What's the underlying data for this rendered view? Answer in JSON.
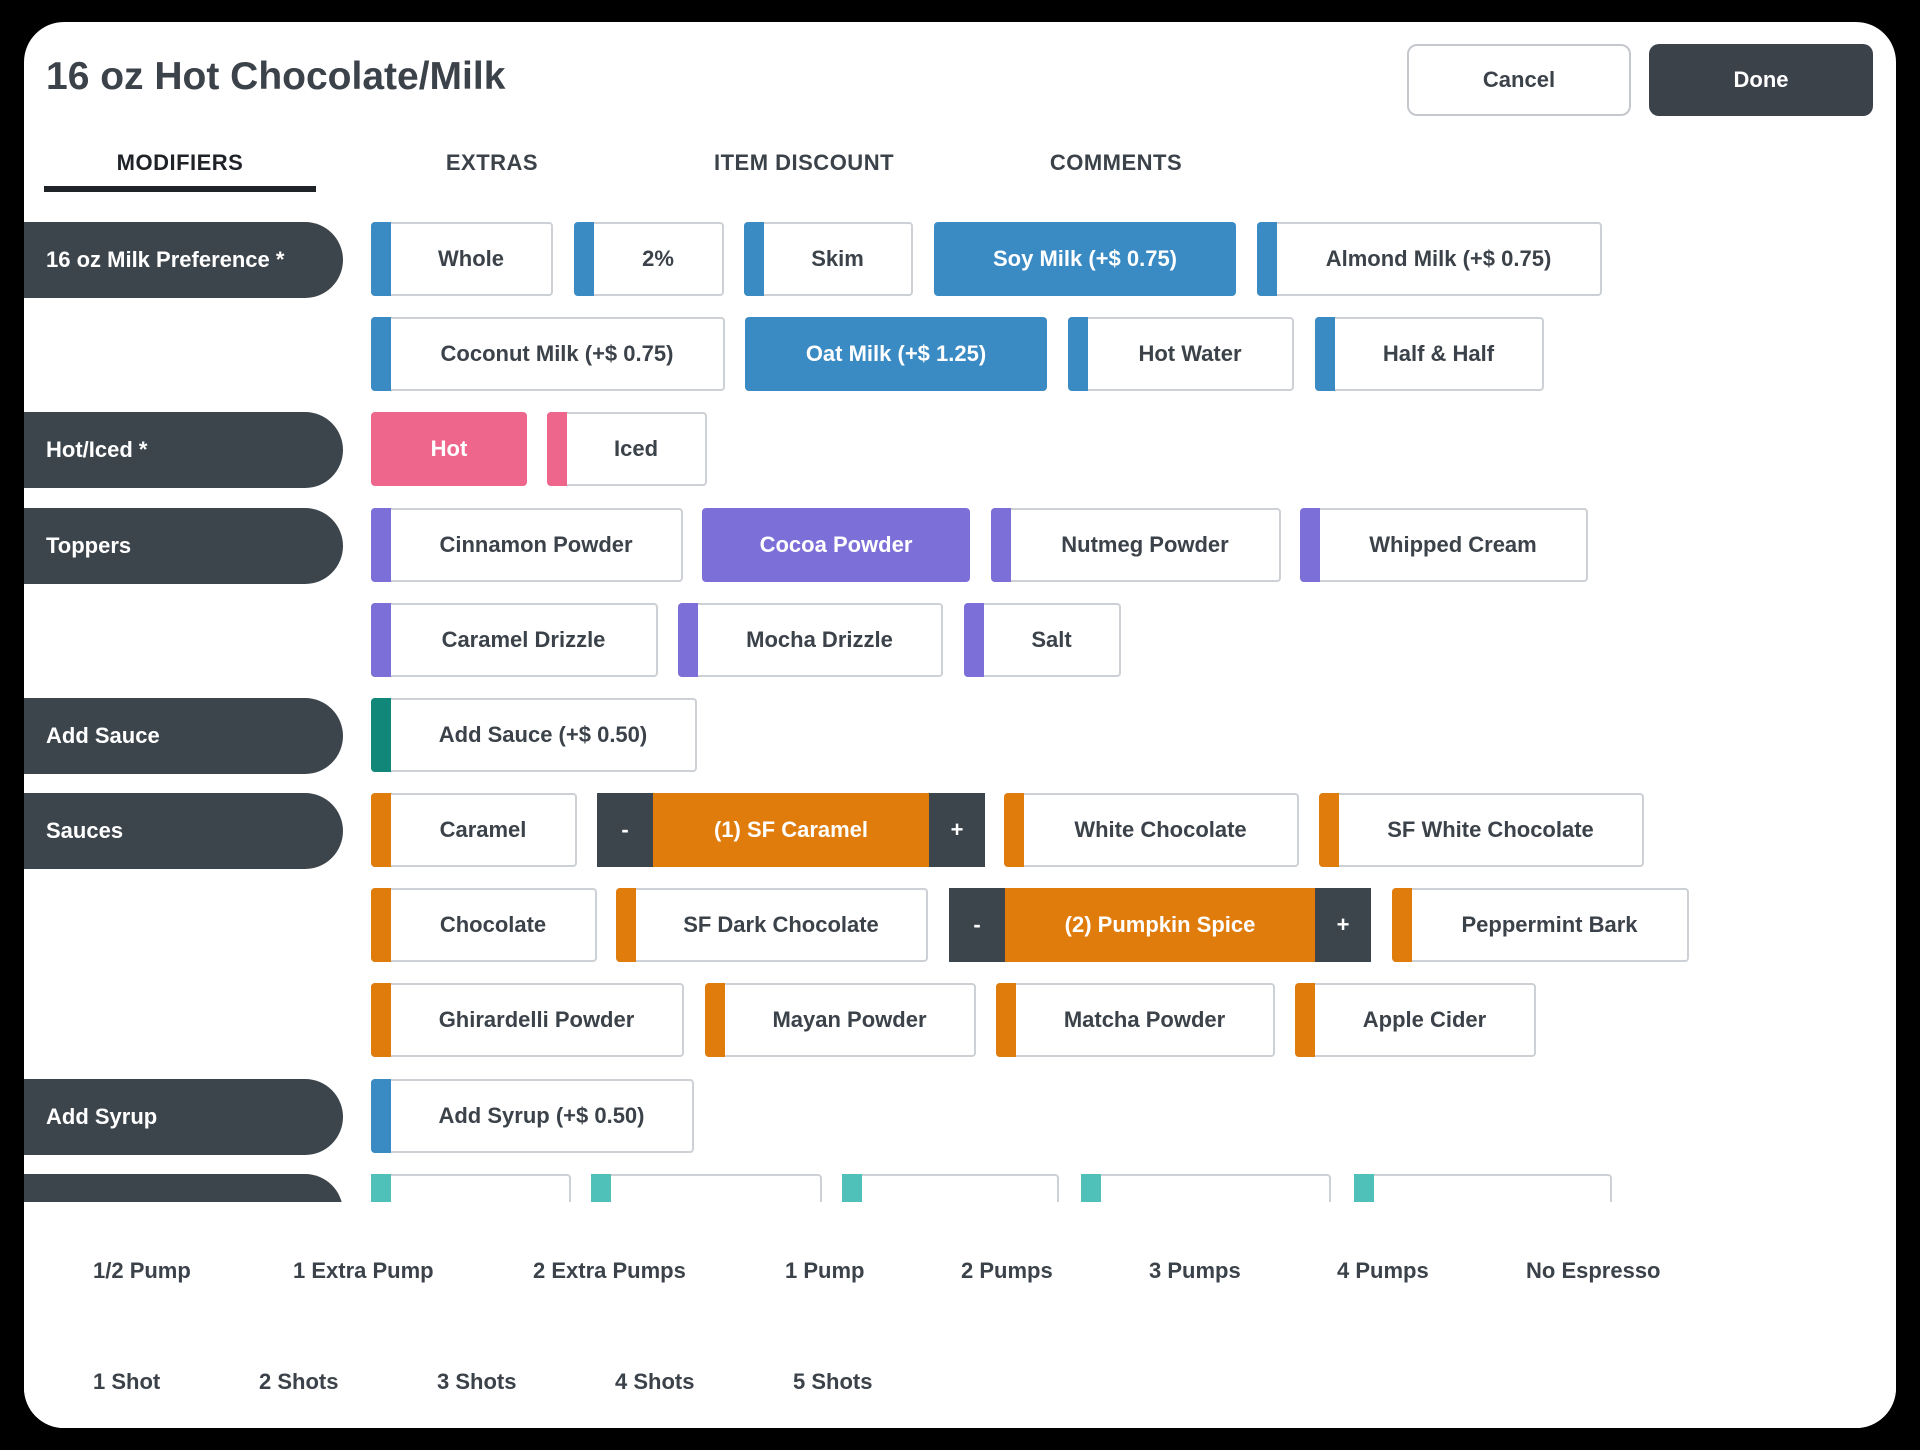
{
  "header": {
    "title": "16 oz Hot Chocolate/Milk",
    "cancel_label": "Cancel",
    "done_label": "Done"
  },
  "tabs": [
    "MODIFIERS",
    "EXTRAS",
    "ITEM DISCOUNT",
    "COMMENTS"
  ],
  "groups": {
    "milk": {
      "label": "16 oz Milk Preference *",
      "options": [
        "Whole",
        "2%",
        "Skim",
        "Soy Milk (+$ 0.75)",
        "Almond Milk (+$ 0.75)",
        "Coconut Milk (+$ 0.75)",
        "Oat Milk (+$ 1.25)",
        "Hot Water",
        "Half & Half"
      ]
    },
    "temp": {
      "label": "Hot/Iced *",
      "options": [
        "Hot",
        "Iced"
      ]
    },
    "toppers": {
      "label": "Toppers",
      "options": [
        "Cinnamon Powder",
        "Cocoa Powder",
        "Nutmeg Powder",
        "Whipped Cream",
        "Caramel Drizzle",
        "Mocha Drizzle",
        "Salt"
      ]
    },
    "add_sauce": {
      "label": "Add Sauce",
      "options": [
        "Add Sauce (+$ 0.50)"
      ]
    },
    "sauces": {
      "label": "Sauces",
      "options": [
        "Caramel",
        "(1) SF Caramel",
        "White Chocolate",
        "SF White Chocolate",
        "Chocolate",
        "SF Dark Chocolate",
        "(2) Pumpkin Spice",
        "Peppermint Bark",
        "Ghirardelli Powder",
        "Mayan Powder",
        "Matcha Powder",
        "Apple Cider"
      ]
    },
    "add_syrup": {
      "label": "Add Syrup",
      "options": [
        "Add Syrup (+$ 0.50)"
      ]
    }
  },
  "stepper": {
    "minus": "-",
    "plus": "+"
  },
  "quick": {
    "row1": [
      "1/2 Pump",
      "1 Extra Pump",
      "2 Extra Pumps",
      "1 Pump",
      "2 Pumps",
      "3 Pumps",
      "4 Pumps",
      "No Espresso"
    ],
    "row2": [
      "1 Shot",
      "2 Shots",
      "3 Shots",
      "4 Shots",
      "5 Shots"
    ]
  },
  "selected": [
    "Soy Milk (+$ 0.75)",
    "Oat Milk (+$ 1.25)",
    "Hot",
    "Cocoa Powder",
    "(1) SF Caramel",
    "(2) Pumpkin Spice"
  ],
  "colors": {
    "milk": "#3a8ac3",
    "temp": "#ef668c",
    "toppers": "#7c70d8",
    "add_sauce": "#11877a",
    "sauces": "#e07c0c",
    "add_syrup": "#3a8ac3",
    "next_group": "#4fc1b8",
    "dark": "#3d454c"
  }
}
